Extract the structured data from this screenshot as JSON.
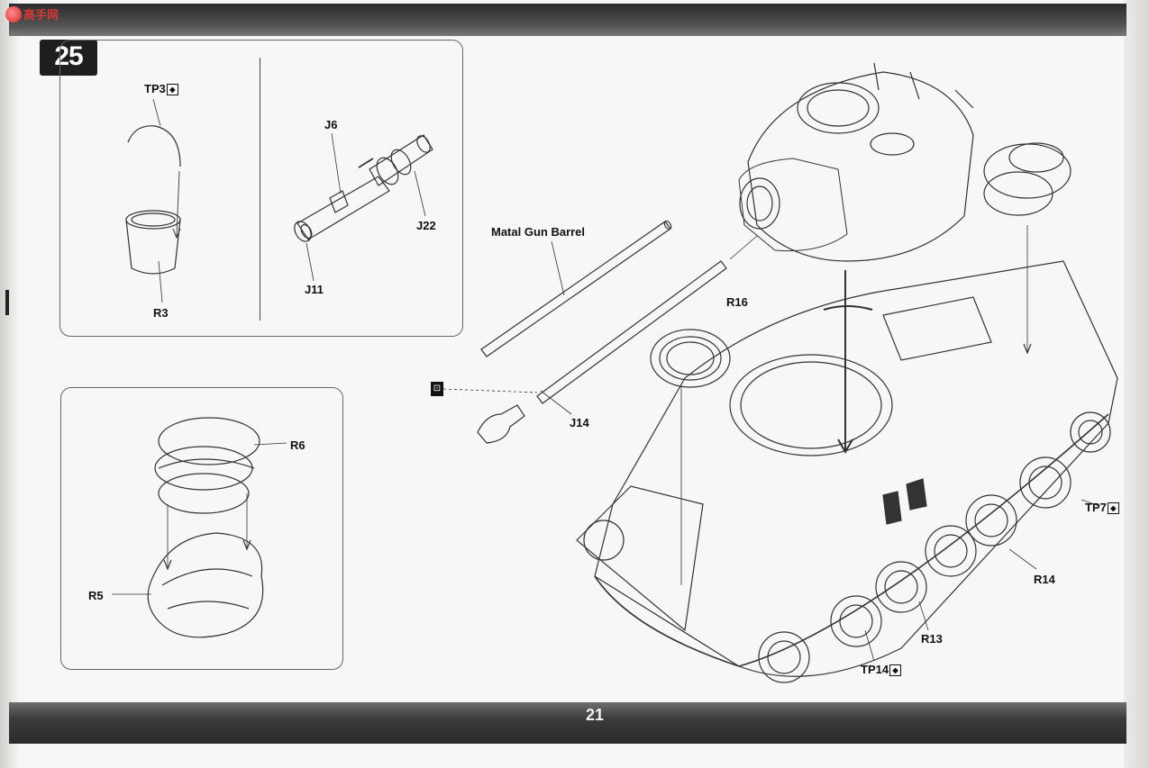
{
  "step": {
    "number": "25"
  },
  "page": {
    "number": "21"
  },
  "watermark": {
    "text": "高手网",
    "url": "gao-shou.com"
  },
  "labels": {
    "tp3": "TP3",
    "r3": "R3",
    "j6": "J6",
    "j22": "J22",
    "j11": "J11",
    "metal_barrel": "Matal Gun Barrel",
    "j14": "J14",
    "r16": "R16",
    "r6": "R6",
    "r5": "R5",
    "tp7": "TP7",
    "r14": "R14",
    "r13": "R13",
    "tp14": "TP14"
  },
  "icons": {
    "photo_etch_badge": "photo-etch-icon",
    "cement_marker": "glue-icon"
  }
}
